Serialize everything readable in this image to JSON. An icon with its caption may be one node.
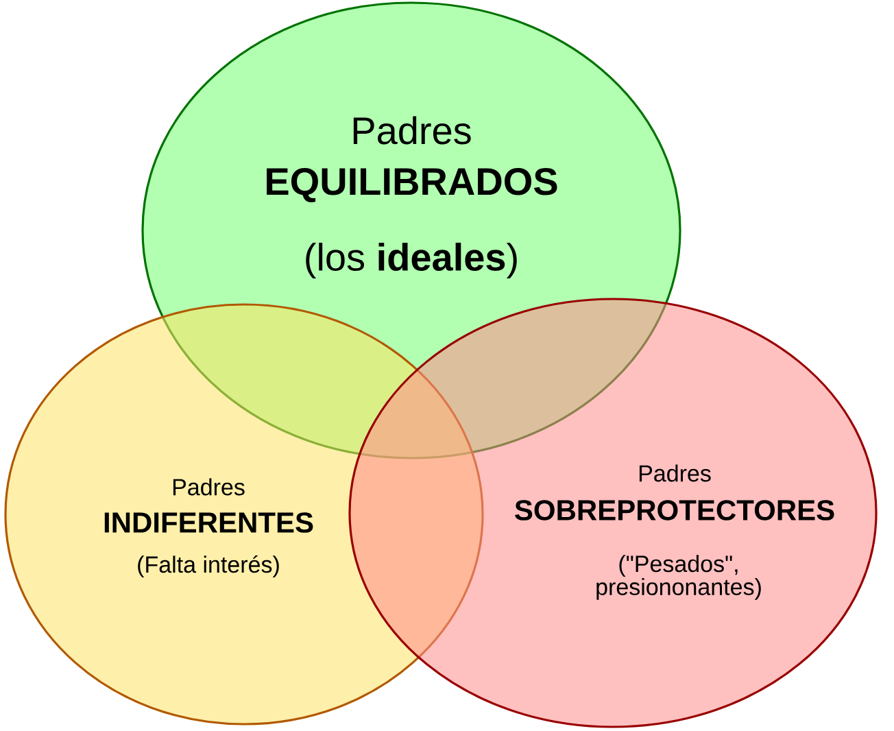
{
  "diagram": {
    "nodes": [
      {
        "text": [
          "Padres",
          "EQUILIBRADOS",
          "(los **ideales**)"
        ]
      },
      {
        "text": [
          "Padres",
          "INDIFERENTES",
          "(Falta interés)"
        ]
      },
      {
        "text": [
          "Padres",
          "SOBREPROTECTORES",
          "(\"Pesados\", presiononantes)"
        ]
      }
    ]
  }
}
